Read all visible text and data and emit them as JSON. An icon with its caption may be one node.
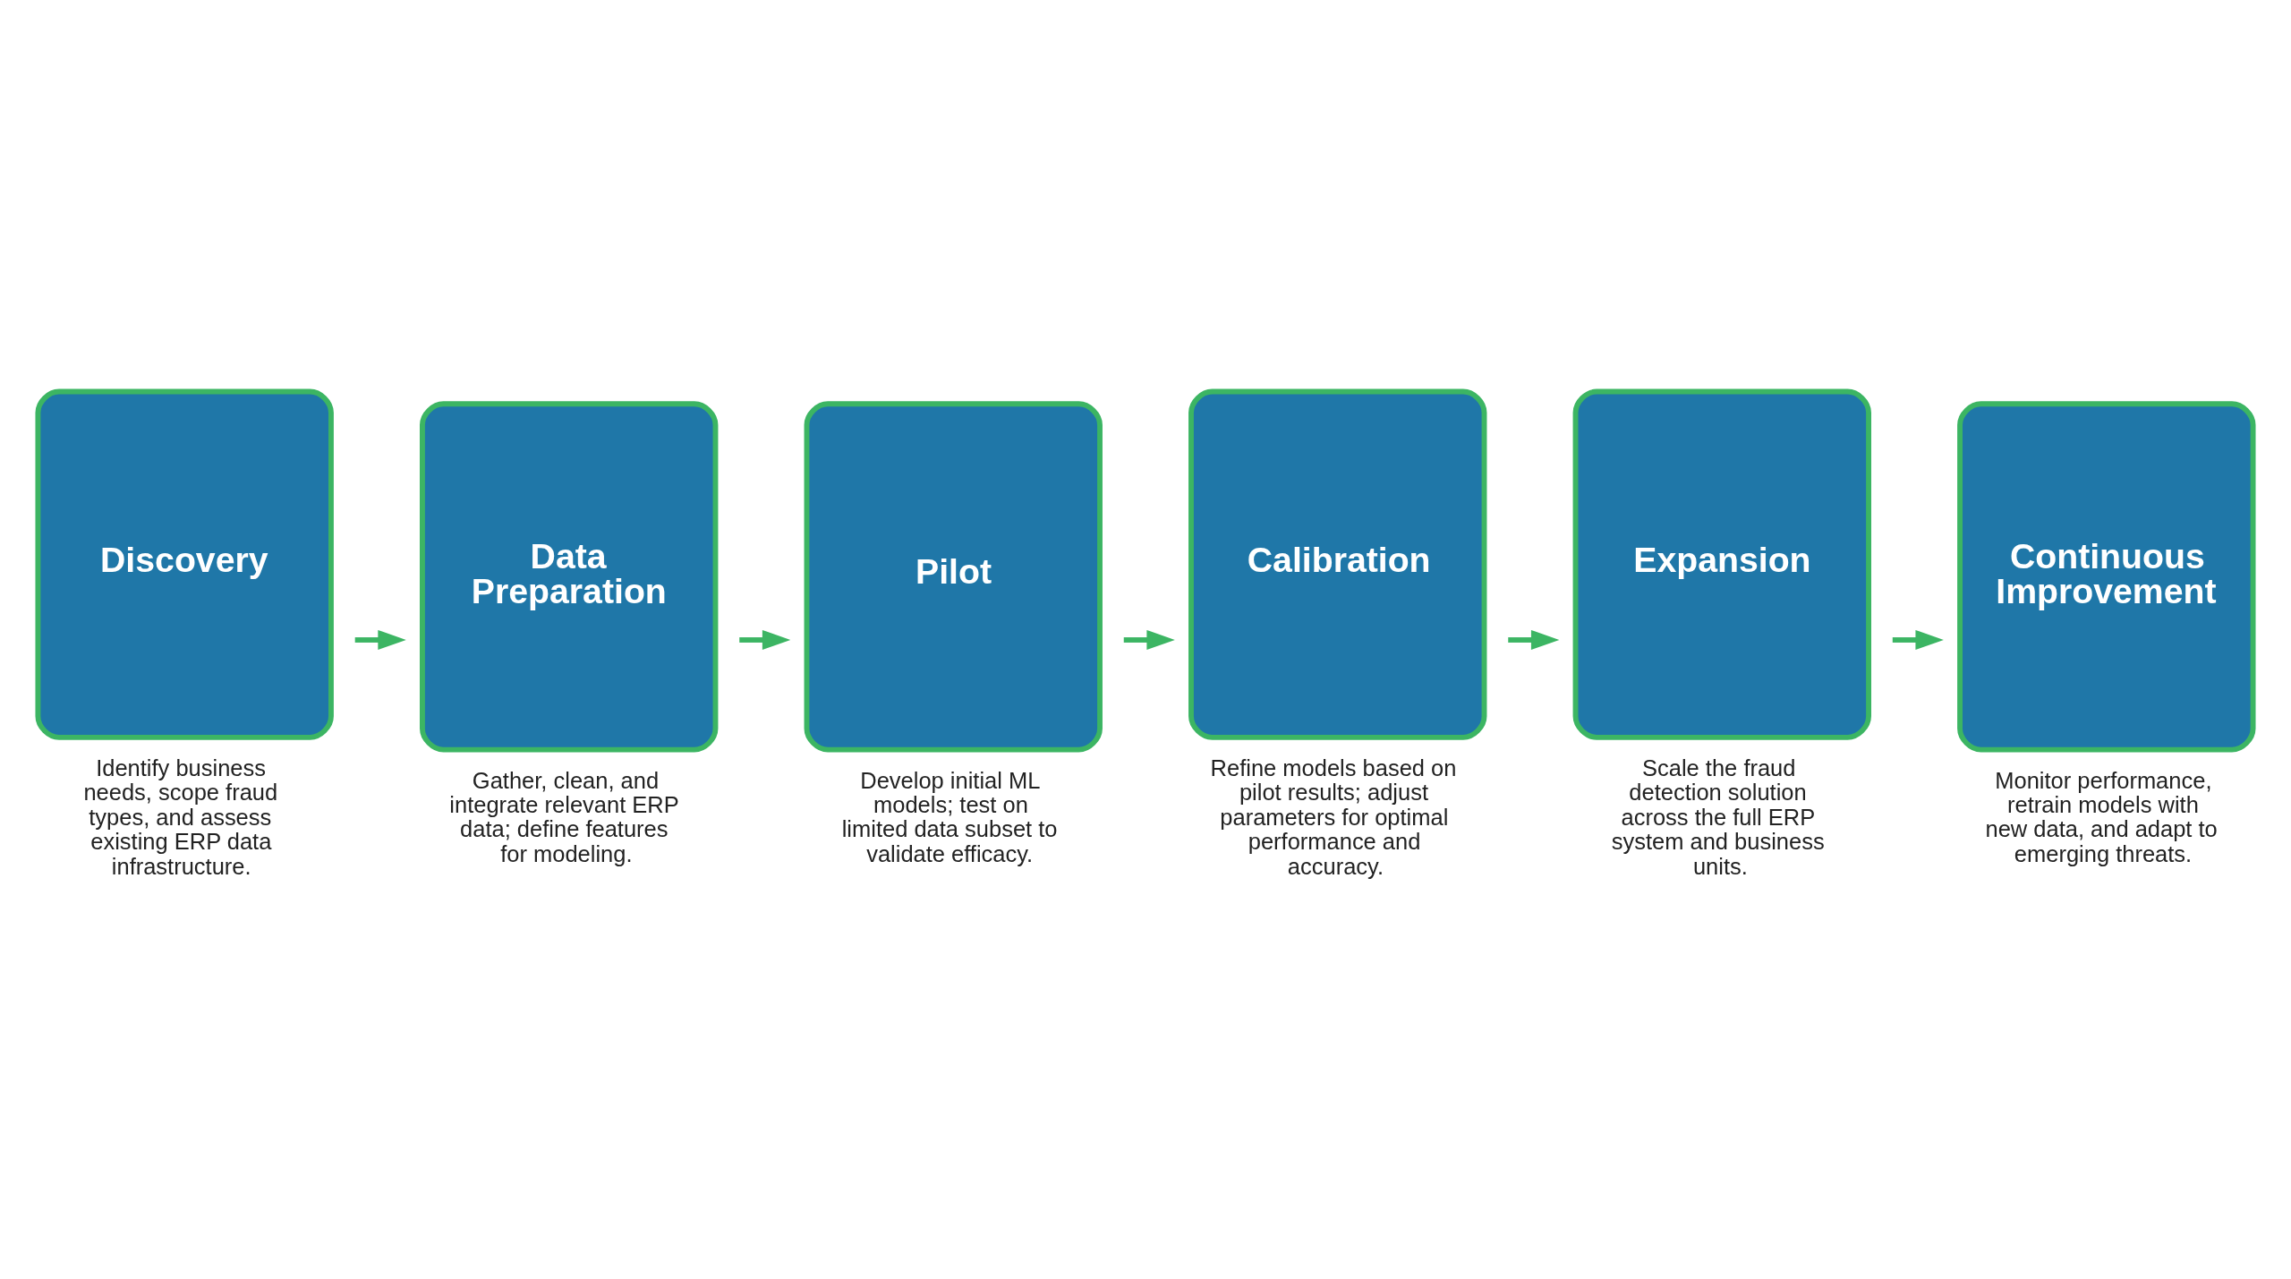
{
  "diagram": {
    "nodes": [
      {
        "text": [
          "Discovery"
        ],
        "beside": [
          "Identify business needs, scope fraud types, and assess existing ERP data infrastructure."
        ]
      },
      {
        "text": [
          "Data Preparation"
        ],
        "beside": [
          "Gather, clean, and integrate relevant ERP data; define features for modeling."
        ]
      },
      {
        "text": [
          "Pilot"
        ],
        "beside": [
          "Develop initial ML models; test on limited data subset to validate efficacy."
        ]
      },
      {
        "text": [
          "Calibration"
        ],
        "beside": [
          "Refine models based on pilot results; adjust parameters for optimal performance and accuracy."
        ]
      },
      {
        "text": [
          "Expansion"
        ],
        "beside": [
          "Scale the fraud detection solution across the full ERP system and business units."
        ]
      },
      {
        "text": [
          "Continuous Improvement"
        ],
        "beside": [
          "Monitor performance, retrain models with new data, and adapt to emerging threats."
        ]
      }
    ],
    "edges": [
      {
        "from": 0,
        "to": 1,
        "arrow": "to"
      },
      {
        "from": 1,
        "to": 2,
        "arrow": "to"
      },
      {
        "from": 2,
        "to": 3,
        "arrow": "to"
      },
      {
        "from": 3,
        "to": 4,
        "arrow": "to"
      },
      {
        "from": 4,
        "to": 5,
        "arrow": "to"
      }
    ]
  }
}
